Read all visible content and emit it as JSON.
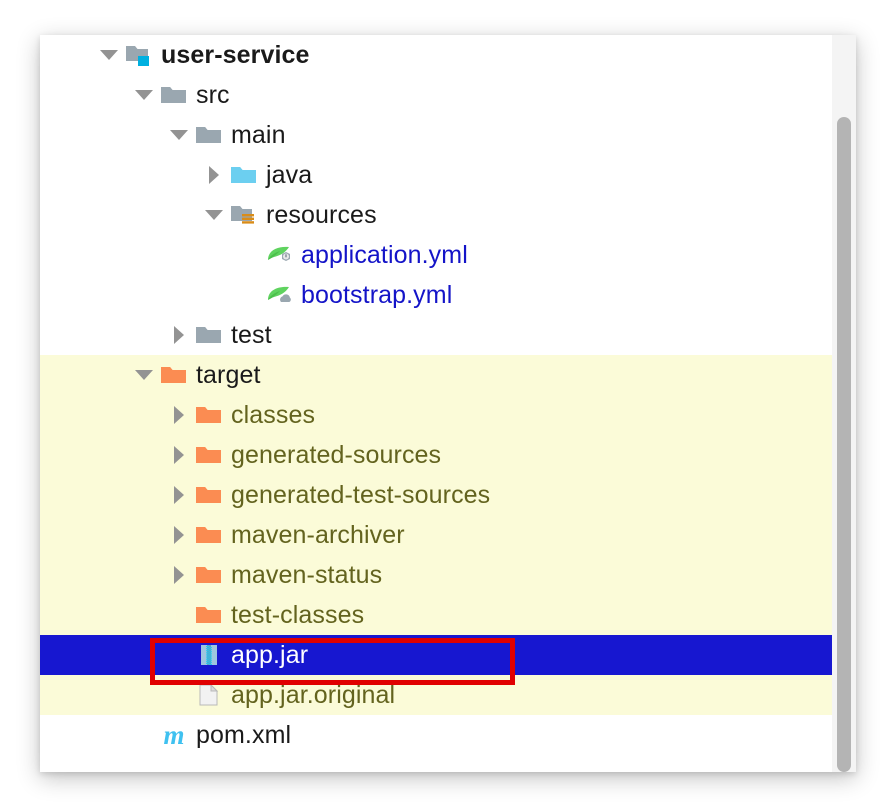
{
  "panel": {
    "kind": "project-tree",
    "background": "#ffffff",
    "excluded_background": "#fbfbd8",
    "selection_background": "#1717d0",
    "selection_text_color": "#ffffff",
    "excluded_text_color": "#63631e",
    "link_text_color": "#1414c8",
    "default_text_color": "#1a1a1a"
  },
  "scrollbar": {
    "name": "vertical-scrollbar",
    "thumb_color": "#b4b4b4",
    "track_color": "#f4f4f4"
  },
  "annotation": {
    "name": "red-highlight-rectangle",
    "color": "#e00000",
    "targets": "app.jar"
  },
  "tree": {
    "rows": [
      {
        "label": "user-service",
        "depth": 0,
        "toggle": "expanded",
        "icon": "module-folder-icon",
        "style": "bold",
        "state": "normal"
      },
      {
        "label": "src",
        "depth": 1,
        "toggle": "expanded",
        "icon": "folder-gray-icon",
        "style": "normal",
        "state": "normal"
      },
      {
        "label": "main",
        "depth": 2,
        "toggle": "expanded",
        "icon": "folder-gray-icon",
        "style": "normal",
        "state": "normal"
      },
      {
        "label": "java",
        "depth": 3,
        "toggle": "collapsed",
        "icon": "folder-sources-icon",
        "style": "normal",
        "state": "normal"
      },
      {
        "label": "resources",
        "depth": 3,
        "toggle": "expanded",
        "icon": "folder-resources-icon",
        "style": "normal",
        "state": "normal"
      },
      {
        "label": "application.yml",
        "depth": 4,
        "toggle": "none",
        "icon": "spring-config-yml-icon",
        "style": "link",
        "state": "normal"
      },
      {
        "label": "bootstrap.yml",
        "depth": 4,
        "toggle": "none",
        "icon": "spring-bootstrap-yml-icon",
        "style": "link",
        "state": "normal"
      },
      {
        "label": "test",
        "depth": 2,
        "toggle": "collapsed",
        "icon": "folder-gray-icon",
        "style": "normal",
        "state": "normal"
      },
      {
        "label": "target",
        "depth": 1,
        "toggle": "expanded",
        "icon": "folder-orange-icon",
        "style": "normal",
        "state": "excluded"
      },
      {
        "label": "classes",
        "depth": 2,
        "toggle": "collapsed",
        "icon": "folder-orange-icon",
        "style": "excluded-text",
        "state": "excluded"
      },
      {
        "label": "generated-sources",
        "depth": 2,
        "toggle": "collapsed",
        "icon": "folder-orange-icon",
        "style": "excluded-text",
        "state": "excluded"
      },
      {
        "label": "generated-test-sources",
        "depth": 2,
        "toggle": "collapsed",
        "icon": "folder-orange-icon",
        "style": "excluded-text",
        "state": "excluded"
      },
      {
        "label": "maven-archiver",
        "depth": 2,
        "toggle": "collapsed",
        "icon": "folder-orange-icon",
        "style": "excluded-text",
        "state": "excluded"
      },
      {
        "label": "maven-status",
        "depth": 2,
        "toggle": "collapsed",
        "icon": "folder-orange-icon",
        "style": "excluded-text",
        "state": "excluded"
      },
      {
        "label": "test-classes",
        "depth": 2,
        "toggle": "none",
        "icon": "folder-orange-icon",
        "style": "excluded-text",
        "state": "excluded"
      },
      {
        "label": "app.jar",
        "depth": 2,
        "toggle": "none",
        "icon": "archive-jar-icon",
        "style": "selected-text",
        "state": "selected"
      },
      {
        "label": "app.jar.original",
        "depth": 2,
        "toggle": "none",
        "icon": "generic-file-icon",
        "style": "excluded-text",
        "state": "excluded"
      },
      {
        "label": "pom.xml",
        "depth": 1,
        "toggle": "none",
        "icon": "maven-pom-icon",
        "style": "normal",
        "state": "normal"
      }
    ]
  }
}
